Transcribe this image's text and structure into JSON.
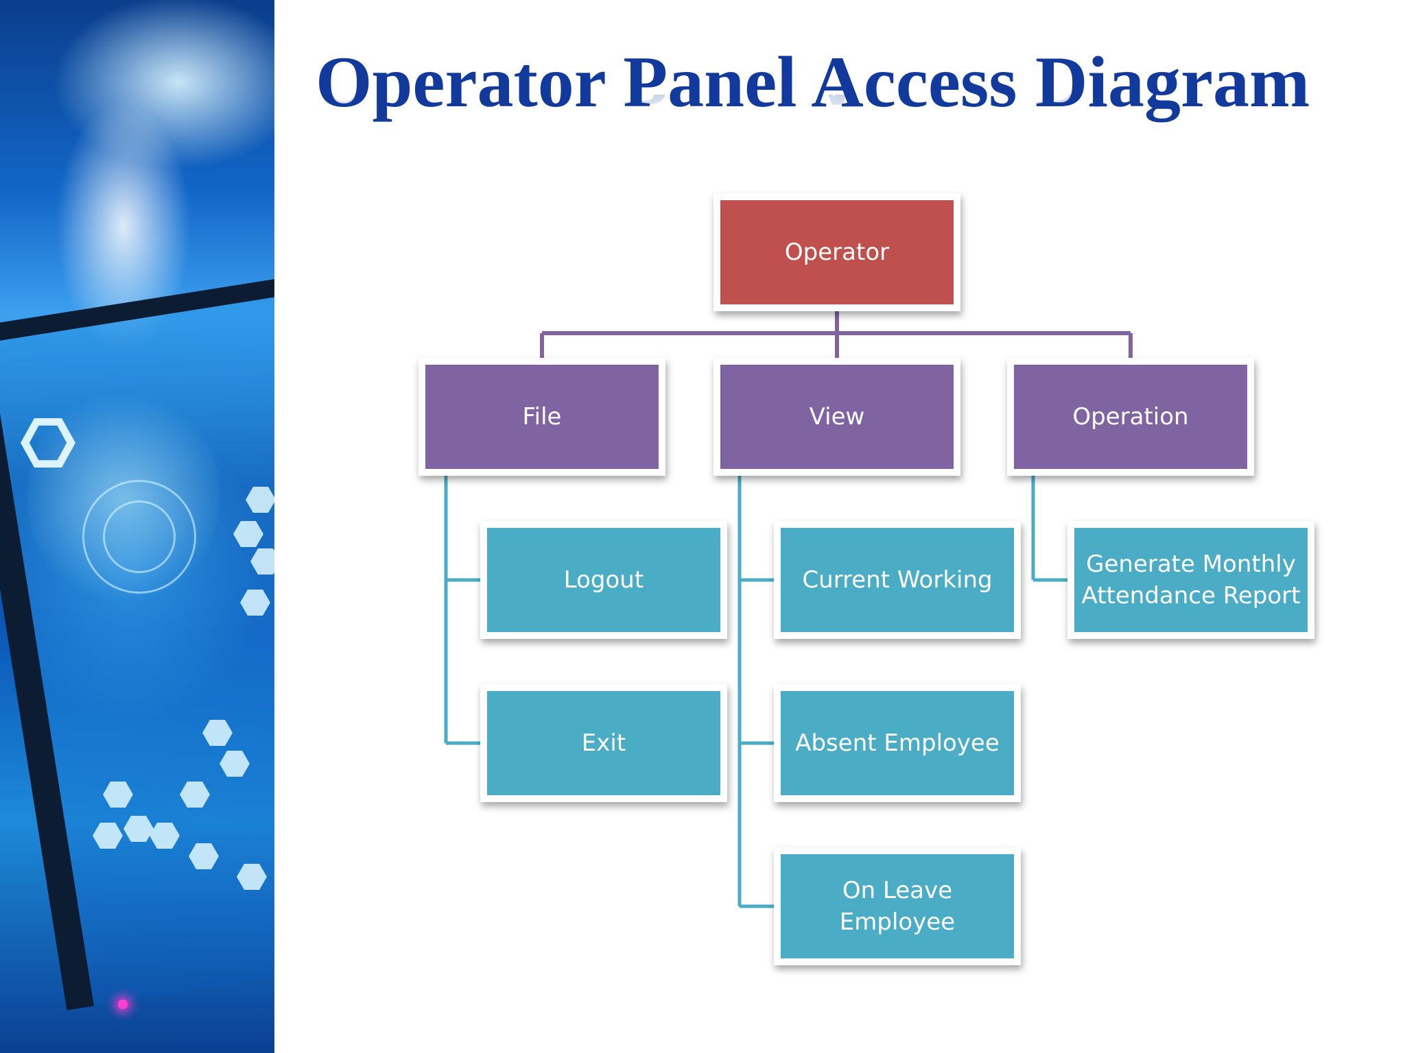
{
  "title": "Operator Panel Access Diagram",
  "diagram": {
    "root": {
      "label": "Operator",
      "color": "#c0504d"
    },
    "branches": [
      {
        "label": "File",
        "color": "#8064a2",
        "children": [
          "Logout",
          "Exit"
        ]
      },
      {
        "label": "View",
        "color": "#8064a2",
        "children": [
          "Current Working",
          "Absent Employee",
          "On Leave Employee"
        ]
      },
      {
        "label": "Operation",
        "color": "#8064a2",
        "children": [
          "Generate Monthly Attendance Report"
        ]
      }
    ],
    "child_color": "#4bacc6",
    "connector_colors": {
      "top": "#8064a2",
      "children": "#4bacc6"
    }
  }
}
